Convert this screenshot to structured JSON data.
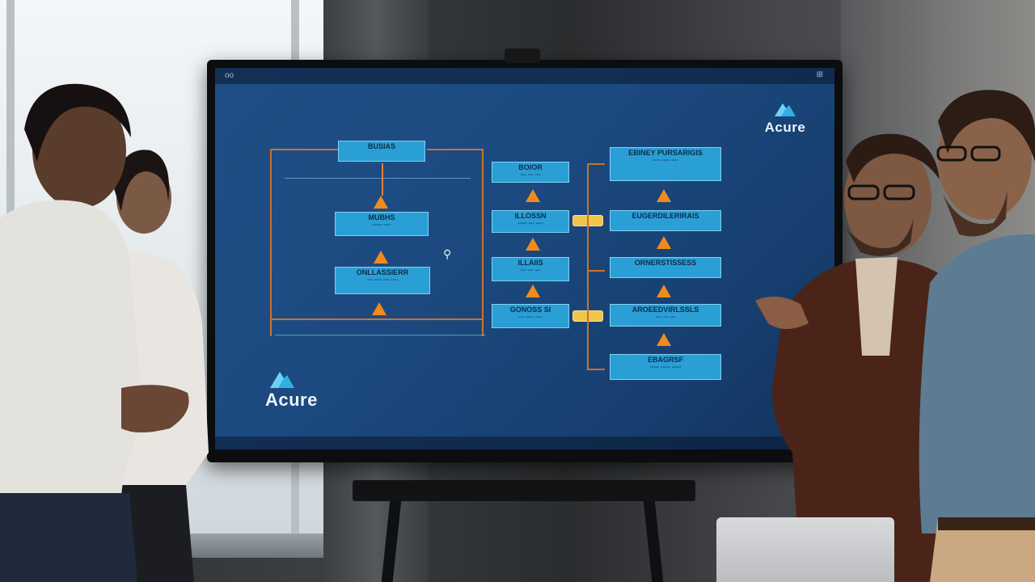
{
  "scene": {
    "description_label": "",
    "screen": {
      "topbar_left": "oo",
      "topbar_right": "⊞",
      "logo_top_right": "Acure",
      "logo_bottom_left": "Acure",
      "diagram": {
        "left_column": [
          {
            "line1": "BUSIAS",
            "line2": ""
          },
          {
            "line1": "MUBHS",
            "line2": "----- ----"
          },
          {
            "line1": "ONLLASSIERR",
            "line2": "--- ---- --- ----"
          }
        ],
        "middle_column": [
          {
            "line1": "BOIOR",
            "line2": "--- --- ---"
          },
          {
            "line1": "ILLOSSN",
            "line2": "----- --- ----"
          },
          {
            "line1": "ILLAIIS",
            "line2": "--- --- ---"
          },
          {
            "line1": "GONOSS SI",
            "line2": "--- ---- ----"
          }
        ],
        "right_column": [
          {
            "line1": "EBINEY PURSARIGIS",
            "line2": "---- ---- ----"
          },
          {
            "line1": "EUGERDILERIRAIS",
            "line2": ""
          },
          {
            "line1": "ORNERSTISSESS",
            "line2": ""
          },
          {
            "line1": "AROEEDVIRLSSLS",
            "line2": "--- --- ---"
          },
          {
            "line1": "EBAGRSF",
            "line2": "----- ----- -----"
          }
        ]
      }
    },
    "colors": {
      "screen_blue": "#1f4e86",
      "box_cyan": "#2a9fd6",
      "accent_orange": "#f08a1c",
      "connector_yellow": "#f2c44c"
    }
  }
}
